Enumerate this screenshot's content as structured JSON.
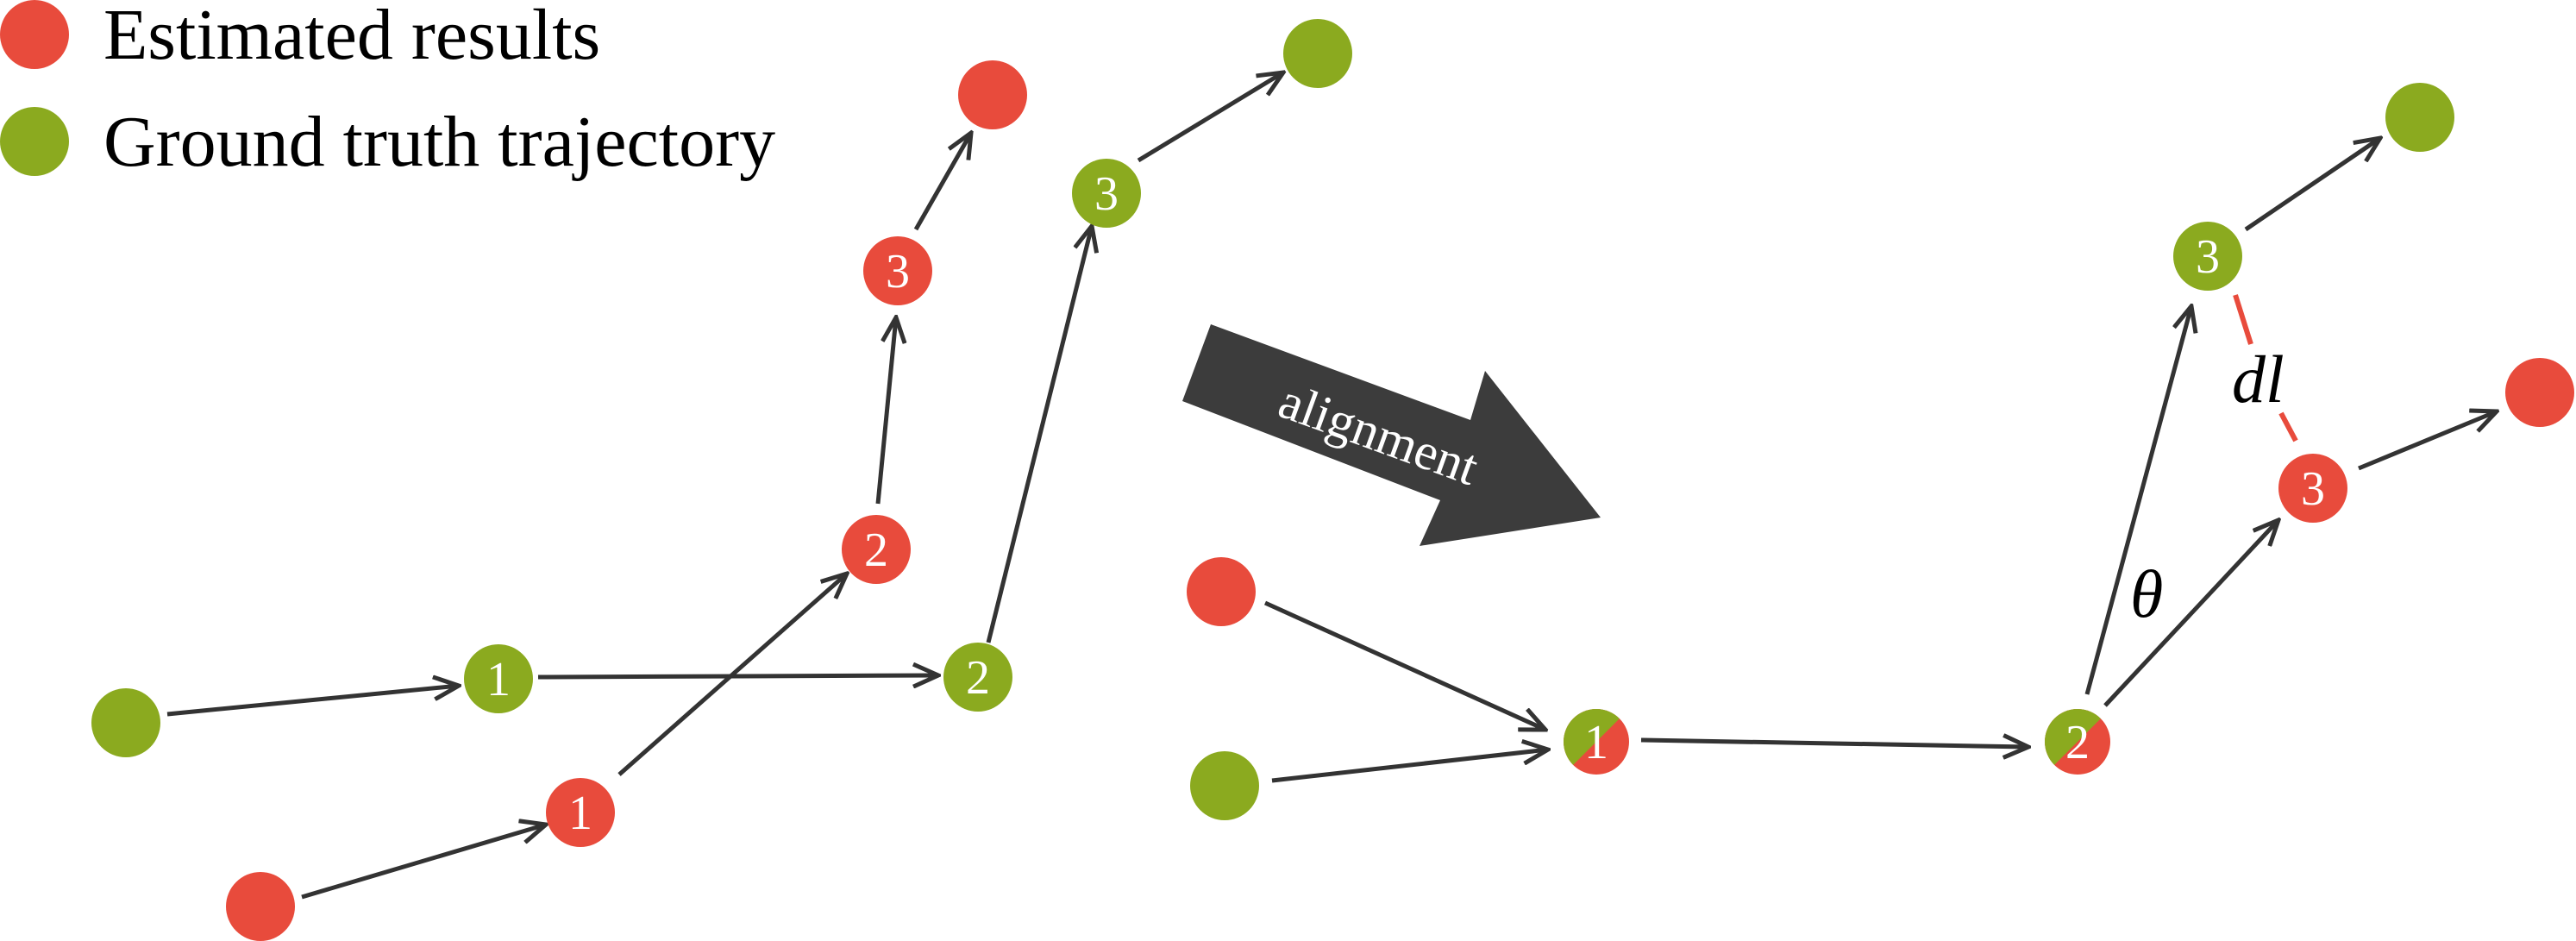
{
  "colors": {
    "estimated": "#E84B3C",
    "ground_truth": "#8BAA1F",
    "arrow": "#333333",
    "banner": "#3C3C3C",
    "distance_line": "#E84B3C"
  },
  "legend": {
    "estimated_label": "Estimated results",
    "ground_truth_label": "Ground truth trajectory"
  },
  "transition": {
    "label": "alignment"
  },
  "nodes": {
    "left": {
      "est_1": "1",
      "est_2": "2",
      "est_3": "3",
      "gt_1": "1",
      "gt_2": "2",
      "gt_3": "3"
    },
    "right": {
      "aligned_1": "1",
      "aligned_2": "2",
      "gt_3": "3",
      "est_3": "3"
    }
  },
  "annotations": {
    "angle": "θ",
    "distance": "dl"
  }
}
